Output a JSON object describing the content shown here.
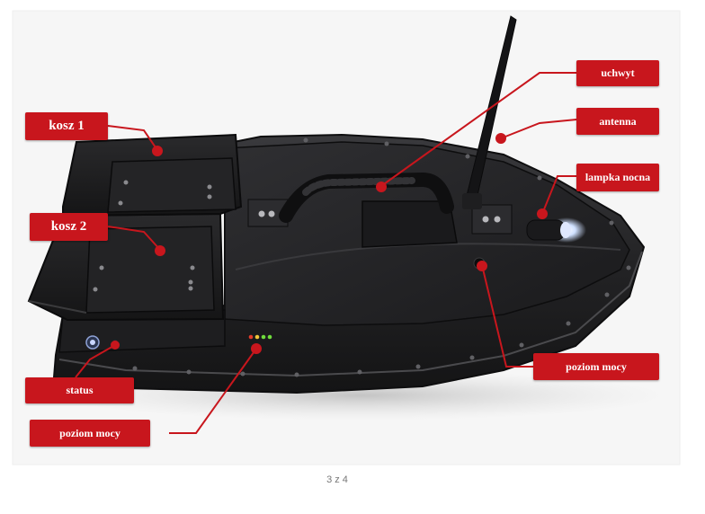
{
  "labels": {
    "kosz1": "kosz 1",
    "kosz2": "kosz 2",
    "uchwyt": "uchwyt",
    "antenna": "antenna",
    "lampka": "lampka nocna",
    "status": "status",
    "poziom_mocy_left": "poziom mocy",
    "poziom_mocy_right": "poziom mocy"
  },
  "page_number": "3 z 4",
  "colors": {
    "label_background": "#c8161d",
    "leader_line": "#c8161d",
    "boat_body": "#1c1c1e",
    "led_red": "#e53b2a",
    "led_green": "#6fdc3c"
  }
}
